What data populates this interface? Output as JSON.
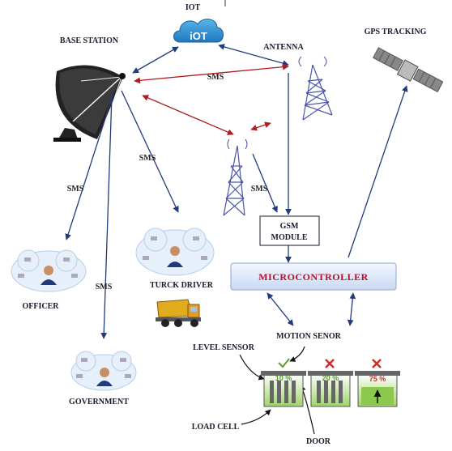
{
  "labels": {
    "iot": "IOT",
    "base_station": "BASE STATION",
    "antenna": "ANTENNA",
    "gps_tracking": "GPS TRACKING",
    "gsm_module_line1": "GSM",
    "gsm_module_line2": "MODULE",
    "microcontroller": "MICROCONTROLLER",
    "officer": "OFFICER",
    "truck_driver": "TURCK DRIVER",
    "government": "GOVERNMENT",
    "motion_sensor": "MOTION SENOR",
    "level_sensor": "LEVEL SENSOR",
    "load_cell": "LOAD CELL",
    "door": "DOOR"
  },
  "sms_labels": {
    "top": "SMS",
    "mid": "SMS",
    "left": "SMS",
    "tower": "SMS",
    "lower": "SMS"
  },
  "bins": [
    {
      "percent": "10 %",
      "status": "check"
    },
    {
      "percent": "20 %",
      "status": "cross"
    },
    {
      "percent": "75 %",
      "status": "cross"
    }
  ],
  "iot_logo_text": "iOT",
  "colors": {
    "arrow_blue": "#1f3d7a",
    "arrow_red": "#b01c1c",
    "microcontroller_text": "#b3122a"
  }
}
